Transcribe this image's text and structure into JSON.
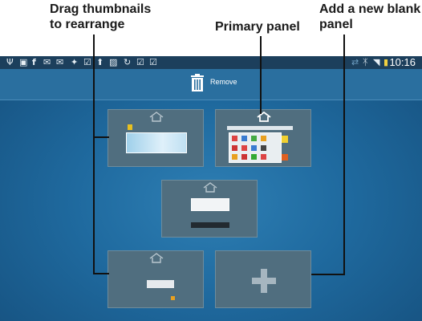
{
  "callouts": {
    "drag": "Drag thumbnails\nto rearrange",
    "primary": "Primary panel",
    "add": "Add a new blank\npanel"
  },
  "statusbar": {
    "left_icons": [
      "usb-icon",
      "screenshot-icon",
      "facebook-icon",
      "gmail-icon",
      "mail-icon",
      "pin-icon",
      "checkbox-icon",
      "upload-icon",
      "gallery-icon",
      "sync-icon",
      "check-icon",
      "check-icon"
    ],
    "time": "10:16"
  },
  "topbar": {
    "remove_label": "Remove"
  },
  "colors": {
    "screen_bg": "#1f6a9f",
    "panel_bg": "#506e7f",
    "status_bg": "#1c3f5c",
    "primary_home": "#ffffff"
  },
  "panels": [
    {
      "name": "panel-top-left",
      "primary": false
    },
    {
      "name": "panel-top-right",
      "primary": true
    },
    {
      "name": "panel-middle",
      "primary": false
    },
    {
      "name": "panel-bottom-left",
      "primary": false
    },
    {
      "name": "panel-add-new",
      "primary": false
    }
  ]
}
